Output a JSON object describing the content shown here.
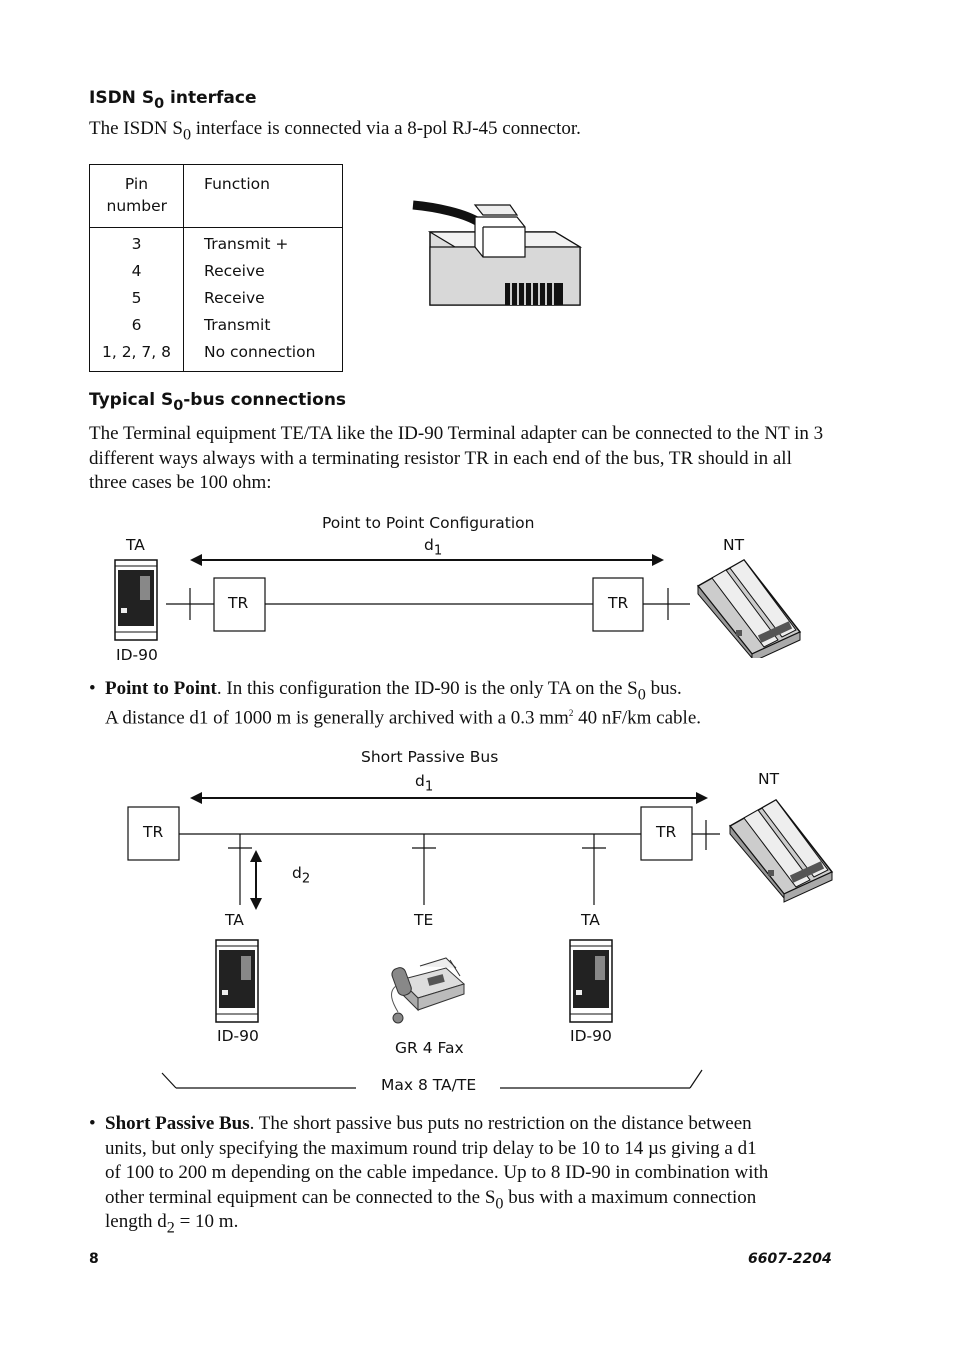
{
  "section1": {
    "heading_main": "ISDN S",
    "heading_sub": "0",
    "heading_tail": " interface",
    "intro_a": "The ISDN S",
    "intro_sub": "0",
    "intro_b": " interface is connected via a 8-pol RJ-45 connector."
  },
  "pin_table": {
    "header_pin": "Pin number",
    "header_function": "Function",
    "rows": [
      {
        "pin": "3",
        "function": "Transmit +"
      },
      {
        "pin": "4",
        "function": "Receive"
      },
      {
        "pin": "5",
        "function": "Receive"
      },
      {
        "pin": "6",
        "function": "Transmit"
      },
      {
        "pin": "1, 2, 7, 8",
        "function": "No connection"
      }
    ]
  },
  "section2": {
    "heading_main": "Typical S",
    "heading_sub": "0",
    "heading_tail": "-bus connections",
    "paragraph": "The Terminal equipment TE/TA like the ID-90 Terminal adapter can be connected to the NT in 3 different ways always with a terminating resistor TR in each end of the bus, TR should in all three cases be 100 ohm:"
  },
  "diagram1": {
    "title": "Point to Point Configuration",
    "distance_main": "d",
    "distance_sub": "1",
    "ta_label": "TA",
    "nt_label": "NT",
    "tr_left": "TR",
    "tr_right": "TR",
    "device_label": "ID-90"
  },
  "bullet1": {
    "bold": "Point to Point",
    "text_a": ". In this configuration the ID-90 is the only TA on the S",
    "text_sub": "0",
    "text_b": " bus.",
    "line2_a": "A distance d1 of 1000 m is generally archived with a 0.3 mm",
    "line2_sup": "2",
    "line2_b": " 40 nF/km cable."
  },
  "diagram2": {
    "title": "Short Passive Bus",
    "distance_main": "d",
    "distance_sub": "1",
    "nt_label": "NT",
    "tr_left": "TR",
    "tr_right": "TR",
    "stub_main": "d",
    "stub_sub": "2",
    "ta1_label": "TA",
    "te_label": "TE",
    "ta2_label": "TA",
    "device1_label": "ID-90",
    "fax_label": "GR 4 Fax",
    "device2_label": "ID-90",
    "max_label": "Max 8 TA/TE"
  },
  "bullet2": {
    "bold": "Short Passive Bus",
    "line1": ". The short passive bus puts no restriction on the distance between",
    "line2": "units, but only specifying the maximum round trip delay to be 10 to 14 µs giving a d1",
    "line3": "of 100 to 200 m depending on the cable impedance. Up to 8 ID-90 in combination with",
    "line4_a": "other terminal equipment can be connected to the S",
    "line4_sub": "0",
    "line4_b": " bus with a maximum connection",
    "line5_a": "length d",
    "line5_sub": "2",
    "line5_b": " = 10 m."
  },
  "footer": {
    "page_number": "8",
    "doc_number": "6607-2204"
  }
}
